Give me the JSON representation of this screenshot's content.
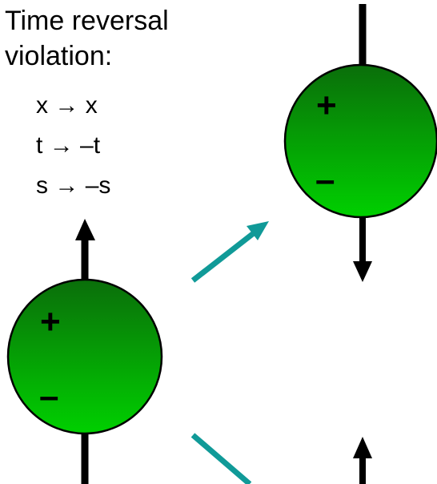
{
  "title": {
    "line1": "Time reversal",
    "line2": "violation:"
  },
  "transforms": [
    {
      "from": "x",
      "arrow": "→",
      "to": "x"
    },
    {
      "from": "t",
      "arrow": "→",
      "to": "–t"
    },
    {
      "from": "s",
      "arrow": "→",
      "to": "–s"
    }
  ],
  "particles": [
    {
      "plus": "+",
      "minus": "–"
    },
    {
      "plus": "+",
      "minus": "–"
    }
  ],
  "colors": {
    "sphere_top": "#0a6e0a",
    "sphere_bottom": "#00d000",
    "transition_arrow": "#109a98",
    "spin_arrow": "#000000"
  }
}
